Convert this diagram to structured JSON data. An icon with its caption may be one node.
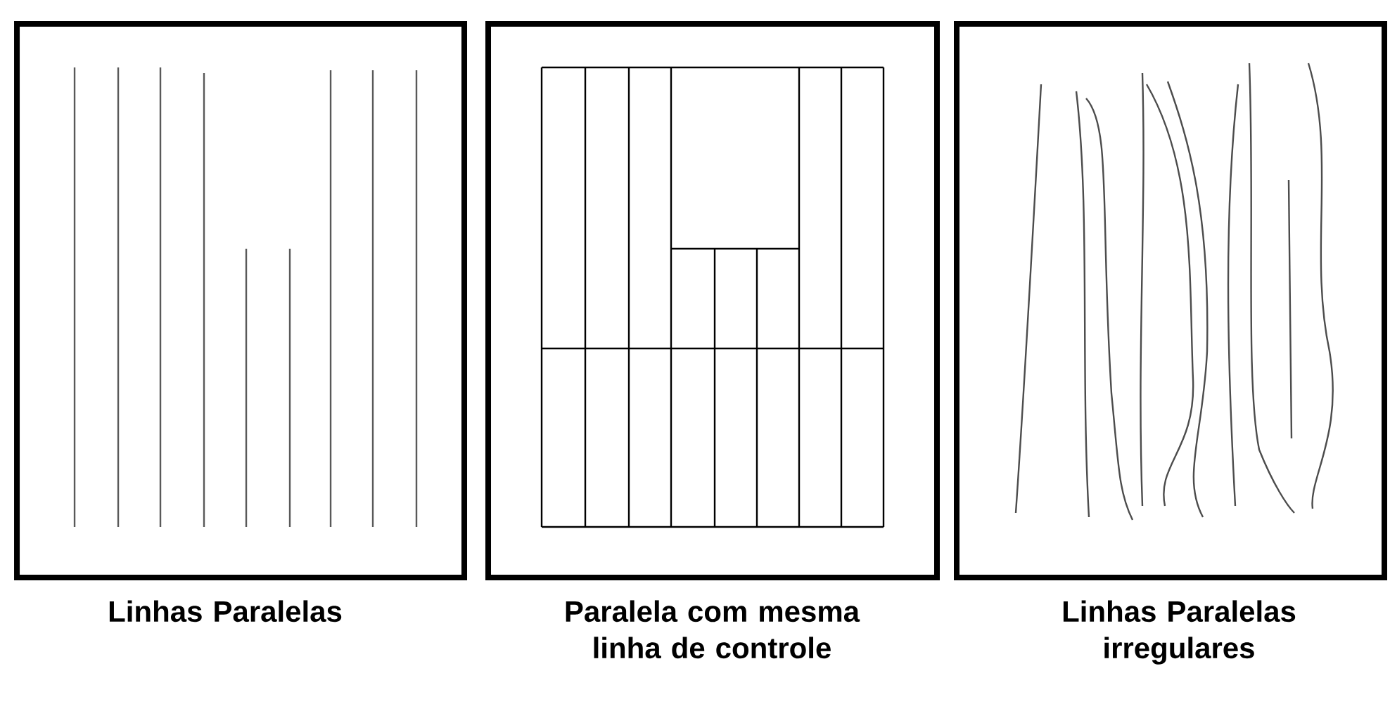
{
  "diagram": {
    "nodes": [
      {
        "text": [
          "Linhas Paralelas"
        ]
      },
      {
        "text": [
          "Paralela com mesma linha de controle"
        ]
      },
      {
        "text": [
          "Linhas Paralelas irregulares"
        ]
      }
    ]
  }
}
